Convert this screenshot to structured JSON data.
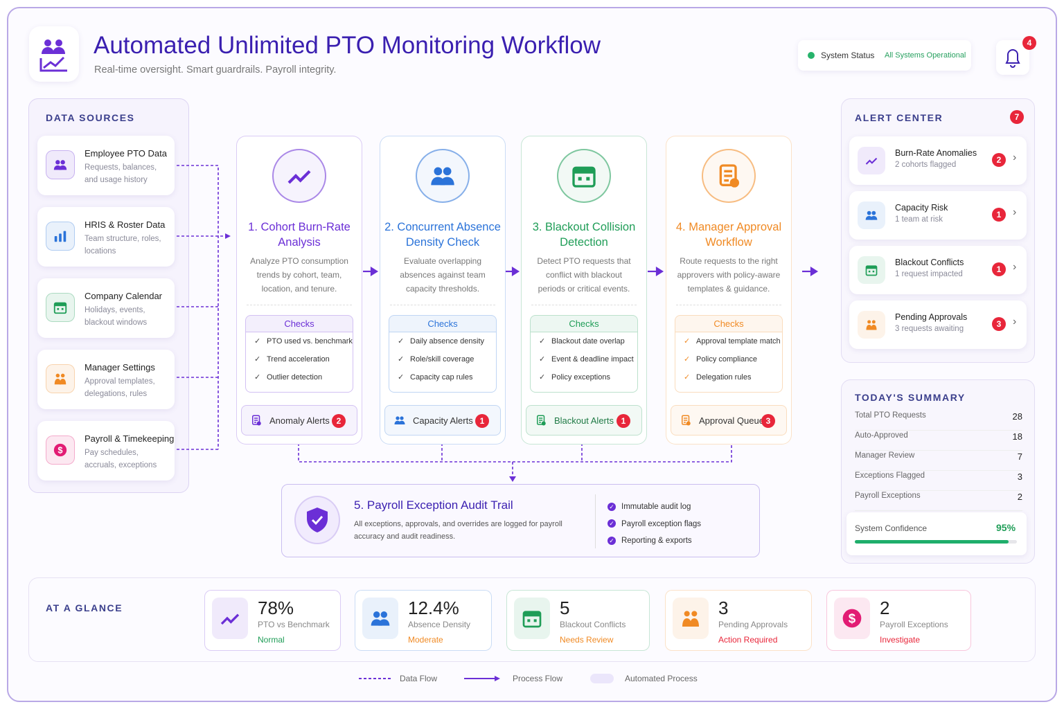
{
  "header": {
    "title": "Automated Unlimited PTO Monitoring Workflow",
    "subtitle": "Real-time oversight. Smart guardrails. Payroll integrity.",
    "status_label": "System Status",
    "status_value": "All Systems Operational",
    "notif_count": "4"
  },
  "sources": {
    "title": "DATA SOURCES",
    "items": [
      {
        "title": "Employee PTO Data",
        "desc": "Requests, balances, and usage history",
        "color": "#6b2fd6"
      },
      {
        "title": "HRIS & Roster Data",
        "desc": "Team structure, roles, locations",
        "color": "#2b73d9"
      },
      {
        "title": "Company Calendar",
        "desc": "Holidays, events, blackout windows",
        "color": "#1f9d57"
      },
      {
        "title": "Manager Settings",
        "desc": "Approval templates, delegations, rules",
        "color": "#f08a24"
      },
      {
        "title": "Payroll & Timekeeping",
        "desc": "Pay schedules, accruals, exceptions",
        "color": "#e21c74"
      }
    ]
  },
  "steps": [
    {
      "title": "1. Cohort Burn-Rate Analysis",
      "desc": "Analyze PTO consumption trends by cohort, team, location, and tenure.",
      "checks_title": "Checks",
      "checks": [
        "PTO used vs. benchmark",
        "Trend acceleration",
        "Outlier detection"
      ],
      "alert": "Anomaly Alerts",
      "count": "2",
      "color": "#6b2fd6"
    },
    {
      "title": "2. Concurrent Absence Density Check",
      "desc": "Evaluate overlapping absences against team capacity thresholds.",
      "checks_title": "Checks",
      "checks": [
        "Daily absence density",
        "Role/skill coverage",
        "Capacity cap rules"
      ],
      "alert": "Capacity Alerts",
      "count": "1",
      "color": "#2b73d9"
    },
    {
      "title": "3. Blackout Collision Detection",
      "desc": "Detect PTO requests that conflict with blackout periods or critical events.",
      "checks_title": "Checks",
      "checks": [
        "Blackout date overlap",
        "Event & deadline impact",
        "Policy exceptions"
      ],
      "alert": "Blackout Alerts",
      "count": "1",
      "color": "#1f9d57"
    },
    {
      "title": "4. Manager Approval Workflow",
      "desc": "Route requests to the right approvers with policy-aware templates & guidance.",
      "checks_title": "Checks",
      "checks": [
        "Approval template match",
        "Policy compliance",
        "Delegation rules"
      ],
      "alert": "Approval Queue",
      "count": "3",
      "color": "#f08a24"
    }
  ],
  "audit": {
    "title": "5. Payroll Exception Audit Trail",
    "desc": "All exceptions, approvals, and overrides are logged for payroll accuracy and audit readiness.",
    "items": [
      "Immutable audit log",
      "Payroll exception flags",
      "Reporting & exports"
    ]
  },
  "alerts": {
    "title": "ALERT CENTER",
    "count": "7",
    "items": [
      {
        "title": "Burn-Rate Anomalies",
        "desc": "2 cohorts flagged",
        "count": "2",
        "color": "#6b2fd6"
      },
      {
        "title": "Capacity Risk",
        "desc": "1 team at risk",
        "count": "1",
        "color": "#2b73d9"
      },
      {
        "title": "Blackout Conflicts",
        "desc": "1 request impacted",
        "count": "1",
        "color": "#1f9d57"
      },
      {
        "title": "Pending Approvals",
        "desc": "3 requests awaiting",
        "count": "3",
        "color": "#f08a24"
      }
    ]
  },
  "summary": {
    "title": "TODAY'S SUMMARY",
    "rows": [
      {
        "label": "Total PTO Requests",
        "value": "28"
      },
      {
        "label": "Auto-Approved",
        "value": "18"
      },
      {
        "label": "Manager Review",
        "value": "7"
      },
      {
        "label": "Exceptions Flagged",
        "value": "3"
      },
      {
        "label": "Payroll Exceptions",
        "value": "2"
      }
    ],
    "confidence_label": "System Confidence",
    "confidence_value": "95%",
    "confidence_fraction": 0.95
  },
  "glance": {
    "title": "AT A GLANCE",
    "kpis": [
      {
        "value": "78%",
        "label": "PTO vs Benchmark",
        "status": "Normal",
        "color": "#6b2fd6",
        "status_color": "#1f9d57"
      },
      {
        "value": "12.4%",
        "label": "Absence Density",
        "status": "Moderate",
        "color": "#2b73d9",
        "status_color": "#f08a24"
      },
      {
        "value": "5",
        "label": "Blackout Conflicts",
        "status": "Needs Review",
        "color": "#1f9d57",
        "status_color": "#f08a24"
      },
      {
        "value": "3",
        "label": "Pending Approvals",
        "status": "Action Required",
        "color": "#f08a24",
        "status_color": "#e8263a"
      },
      {
        "value": "2",
        "label": "Payroll Exceptions",
        "status": "Investigate",
        "color": "#e21c74",
        "status_color": "#e8263a"
      }
    ]
  },
  "legend": {
    "data_flow": "Data Flow",
    "process_flow": "Process Flow",
    "automated": "Automated Process"
  }
}
